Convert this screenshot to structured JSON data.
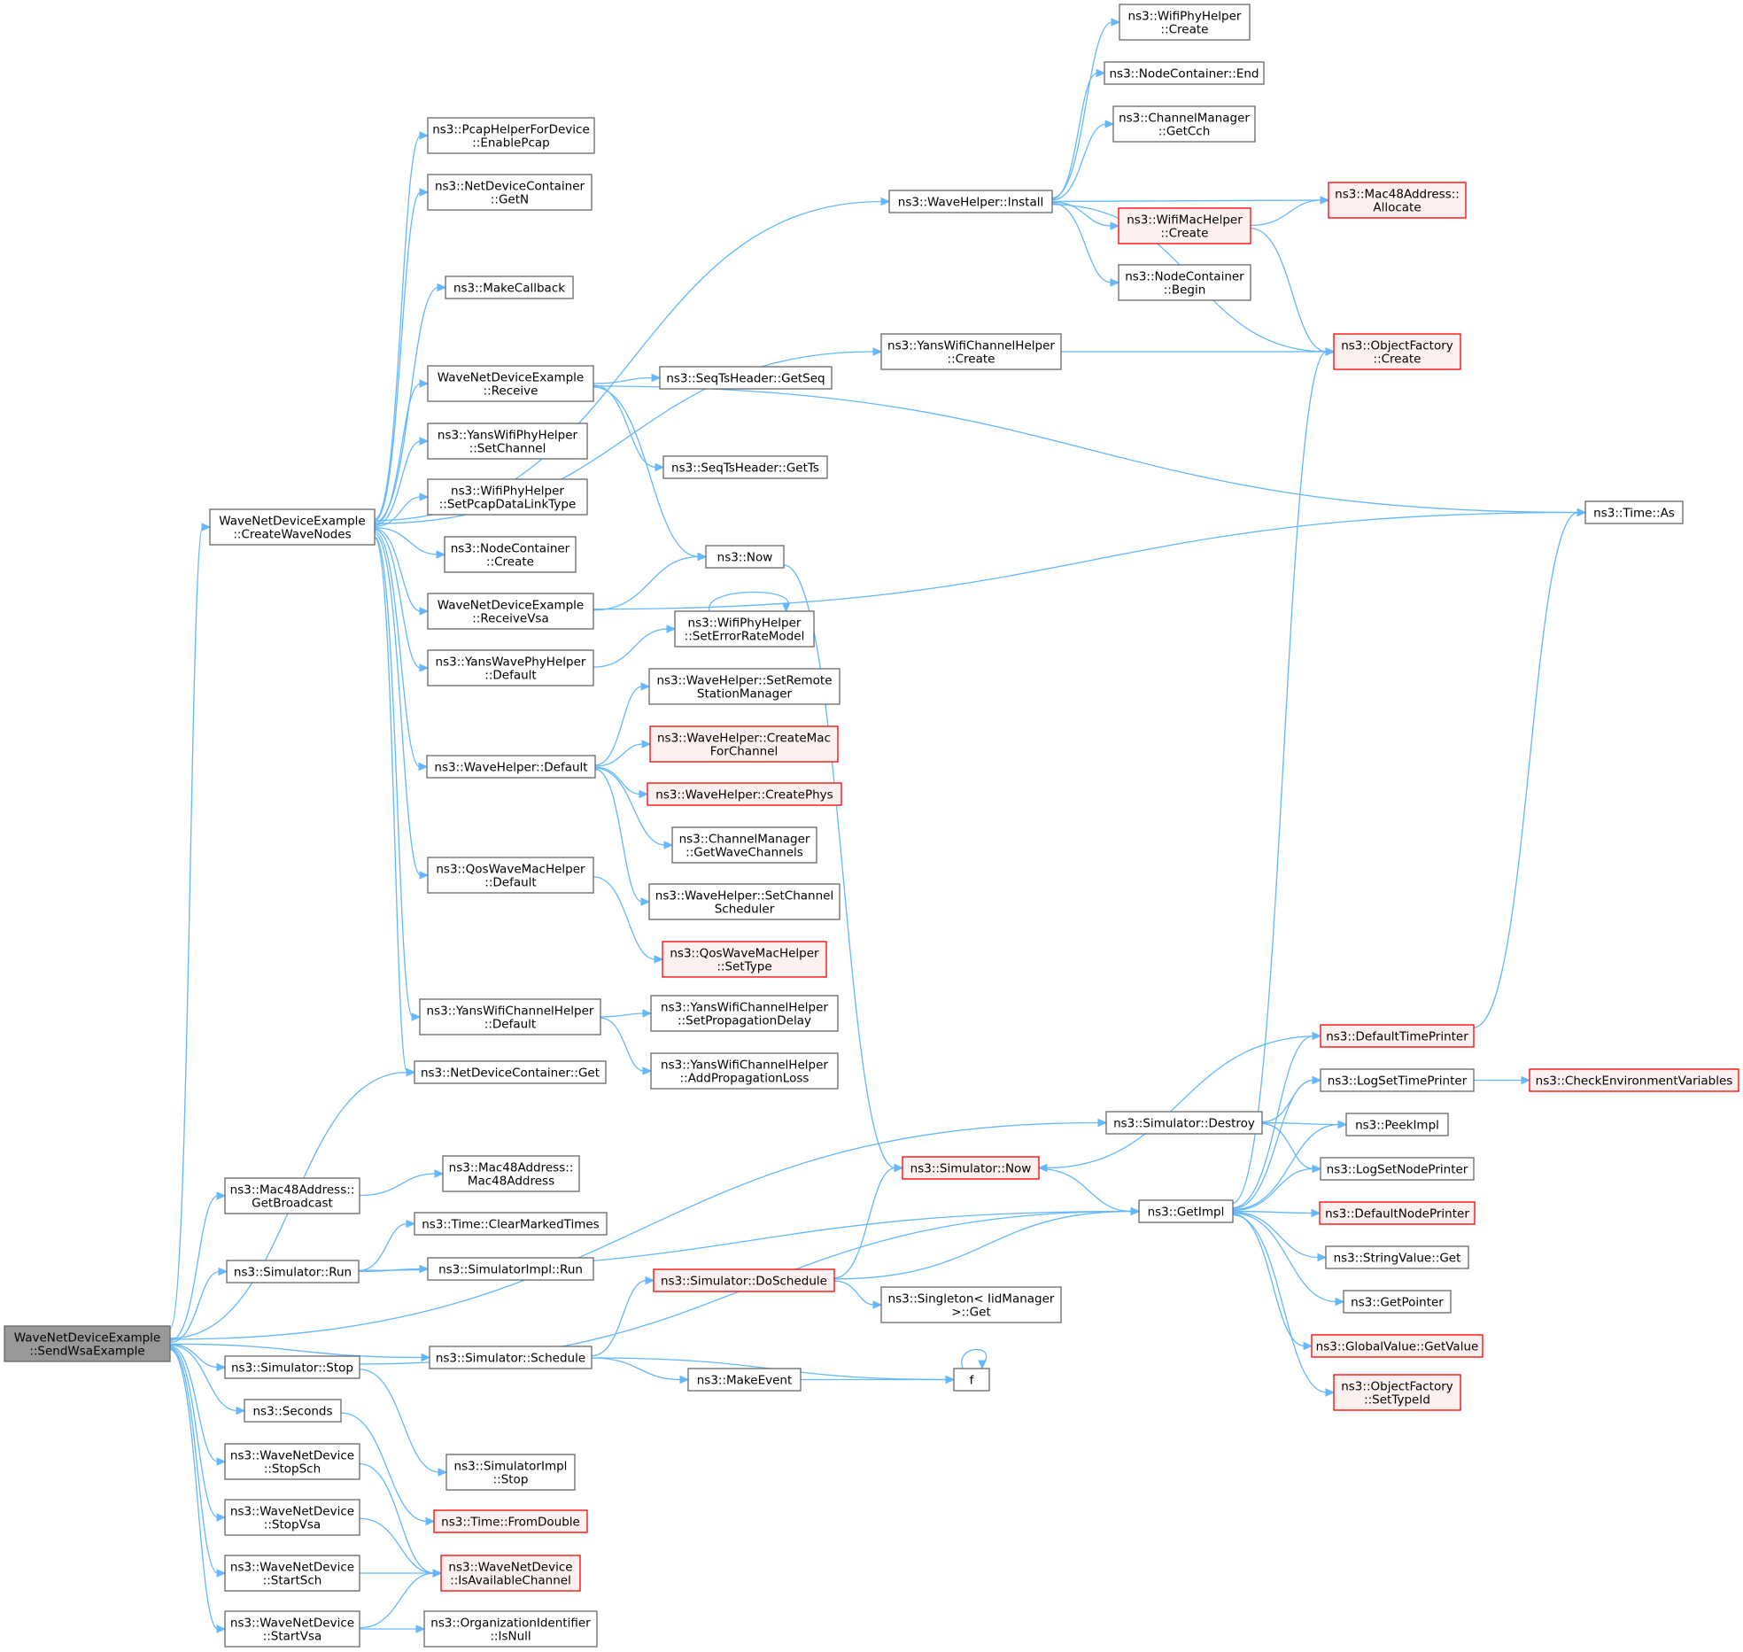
{
  "colors": {
    "edge": "#63b8ff",
    "node_border": "#666666",
    "node_fill": "#ffffff",
    "linked_border": "#ff0000",
    "linked_fill": "#fff0f0",
    "root_fill": "#999999",
    "root_border": "#666666"
  },
  "nodes": [
    {
      "id": "root",
      "lines": [
        "WaveNetDeviceExample",
        "::SendWsaExample"
      ],
      "style": "root"
    },
    {
      "id": "createWaveNodes",
      "lines": [
        "WaveNetDeviceExample",
        "::CreateWaveNodes"
      ],
      "style": "normal"
    },
    {
      "id": "enablePcap",
      "lines": [
        "ns3::PcapHelperForDevice",
        "::EnablePcap"
      ],
      "style": "normal"
    },
    {
      "id": "ndcGetN",
      "lines": [
        "ns3::NetDeviceContainer",
        "::GetN"
      ],
      "style": "normal"
    },
    {
      "id": "makeCallback",
      "lines": [
        "ns3::MakeCallback"
      ],
      "style": "normal"
    },
    {
      "id": "receive",
      "lines": [
        "WaveNetDeviceExample",
        "::Receive"
      ],
      "style": "normal"
    },
    {
      "id": "yansPhySetChannel",
      "lines": [
        "ns3::YansWifiPhyHelper",
        "::SetChannel"
      ],
      "style": "normal"
    },
    {
      "id": "setPcapDLT",
      "lines": [
        "ns3::WifiPhyHelper",
        "::SetPcapDataLinkType"
      ],
      "style": "normal"
    },
    {
      "id": "nodeContainerCreate",
      "lines": [
        "ns3::NodeContainer",
        "::Create"
      ],
      "style": "normal"
    },
    {
      "id": "receiveVsa",
      "lines": [
        "WaveNetDeviceExample",
        "::ReceiveVsa"
      ],
      "style": "normal"
    },
    {
      "id": "yansWavePhyDefault",
      "lines": [
        "ns3::YansWavePhyHelper",
        "::Default"
      ],
      "style": "normal"
    },
    {
      "id": "waveHelperDefault",
      "lines": [
        "ns3::WaveHelper::Default"
      ],
      "style": "normal"
    },
    {
      "id": "qosWaveMacDefault",
      "lines": [
        "ns3::QosWaveMacHelper",
        "::Default"
      ],
      "style": "normal"
    },
    {
      "id": "yansChanDefault",
      "lines": [
        "ns3::YansWifiChannelHelper",
        "::Default"
      ],
      "style": "normal"
    },
    {
      "id": "ndcGet",
      "lines": [
        "ns3::NetDeviceContainer::Get"
      ],
      "style": "normal"
    },
    {
      "id": "macGetBroadcast",
      "lines": [
        "ns3::Mac48Address::",
        "GetBroadcast"
      ],
      "style": "normal"
    },
    {
      "id": "simRun",
      "lines": [
        "ns3::Simulator::Run"
      ],
      "style": "normal"
    },
    {
      "id": "simStop",
      "lines": [
        "ns3::Simulator::Stop"
      ],
      "style": "normal"
    },
    {
      "id": "seconds",
      "lines": [
        "ns3::Seconds"
      ],
      "style": "normal"
    },
    {
      "id": "stopSch",
      "lines": [
        "ns3::WaveNetDevice",
        "::StopSch"
      ],
      "style": "normal"
    },
    {
      "id": "stopVsa",
      "lines": [
        "ns3::WaveNetDevice",
        "::StopVsa"
      ],
      "style": "normal"
    },
    {
      "id": "startSch",
      "lines": [
        "ns3::WaveNetDevice",
        "::StartSch"
      ],
      "style": "normal"
    },
    {
      "id": "startVsa",
      "lines": [
        "ns3::WaveNetDevice",
        "::StartVsa"
      ],
      "style": "normal"
    },
    {
      "id": "mac48ctor",
      "lines": [
        "ns3::Mac48Address::",
        "Mac48Address"
      ],
      "style": "normal"
    },
    {
      "id": "clearMarkedTimes",
      "lines": [
        "ns3::Time::ClearMarkedTimes"
      ],
      "style": "normal"
    },
    {
      "id": "simImplRun",
      "lines": [
        "ns3::SimulatorImpl::Run"
      ],
      "style": "normal"
    },
    {
      "id": "simSchedule",
      "lines": [
        "ns3::Simulator::Schedule"
      ],
      "style": "normal"
    },
    {
      "id": "simImplStop",
      "lines": [
        "ns3::SimulatorImpl",
        "::Stop"
      ],
      "style": "normal"
    },
    {
      "id": "timeFromDouble",
      "lines": [
        "ns3::Time::FromDouble"
      ],
      "style": "linked"
    },
    {
      "id": "isAvailableChannel",
      "lines": [
        "ns3::WaveNetDevice",
        "::IsAvailableChannel"
      ],
      "style": "linked"
    },
    {
      "id": "orgIdIsNull",
      "lines": [
        "ns3::OrganizationIdentifier",
        "::IsNull"
      ],
      "style": "normal"
    },
    {
      "id": "waveHelperInstall",
      "lines": [
        "ns3::WaveHelper::Install"
      ],
      "style": "normal"
    },
    {
      "id": "yansChanCreate",
      "lines": [
        "ns3::YansWifiChannelHelper",
        "::Create"
      ],
      "style": "normal"
    },
    {
      "id": "seqGetSeq",
      "lines": [
        "ns3::SeqTsHeader::GetSeq"
      ],
      "style": "normal"
    },
    {
      "id": "seqGetTs",
      "lines": [
        "ns3::SeqTsHeader::GetTs"
      ],
      "style": "normal"
    },
    {
      "id": "now",
      "lines": [
        "ns3::Now"
      ],
      "style": "normal"
    },
    {
      "id": "setErrorRateModel",
      "lines": [
        "ns3::WifiPhyHelper",
        "::SetErrorRateModel"
      ],
      "style": "normal"
    },
    {
      "id": "setRemoteStation",
      "lines": [
        "ns3::WaveHelper::SetRemote",
        "StationManager"
      ],
      "style": "normal"
    },
    {
      "id": "createMacForChannel",
      "lines": [
        "ns3::WaveHelper::CreateMac",
        "ForChannel"
      ],
      "style": "linked"
    },
    {
      "id": "createPhys",
      "lines": [
        "ns3::WaveHelper::CreatePhys"
      ],
      "style": "linked"
    },
    {
      "id": "getWaveChannels",
      "lines": [
        "ns3::ChannelManager",
        "::GetWaveChannels"
      ],
      "style": "normal"
    },
    {
      "id": "setChannelScheduler",
      "lines": [
        "ns3::WaveHelper::SetChannel",
        "Scheduler"
      ],
      "style": "normal"
    },
    {
      "id": "qosSetType",
      "lines": [
        "ns3::QosWaveMacHelper",
        "::SetType"
      ],
      "style": "linked"
    },
    {
      "id": "setPropagationDelay",
      "lines": [
        "ns3::YansWifiChannelHelper",
        "::SetPropagationDelay"
      ],
      "style": "normal"
    },
    {
      "id": "addPropagationLoss",
      "lines": [
        "ns3::YansWifiChannelHelper",
        "::AddPropagationLoss"
      ],
      "style": "normal"
    },
    {
      "id": "simDestroy",
      "lines": [
        "ns3::Simulator::Destroy"
      ],
      "style": "normal"
    },
    {
      "id": "simNow",
      "lines": [
        "ns3::Simulator::Now"
      ],
      "style": "linked"
    },
    {
      "id": "doSchedule",
      "lines": [
        "ns3::Simulator::DoSchedule"
      ],
      "style": "linked"
    },
    {
      "id": "singletonGet",
      "lines": [
        "ns3::Singleton< IidManager",
        ">::Get"
      ],
      "style": "normal"
    },
    {
      "id": "makeEvent",
      "lines": [
        "ns3::MakeEvent"
      ],
      "style": "normal"
    },
    {
      "id": "f",
      "lines": [
        "f"
      ],
      "style": "normal"
    },
    {
      "id": "wifiPhyCreate",
      "lines": [
        "ns3::WifiPhyHelper",
        "::Create"
      ],
      "style": "normal"
    },
    {
      "id": "ncEnd",
      "lines": [
        "ns3::NodeContainer::End"
      ],
      "style": "normal"
    },
    {
      "id": "getCch",
      "lines": [
        "ns3::ChannelManager",
        "::GetCch"
      ],
      "style": "normal"
    },
    {
      "id": "wifiMacCreate",
      "lines": [
        "ns3::WifiMacHelper",
        "::Create"
      ],
      "style": "linked"
    },
    {
      "id": "ncBegin",
      "lines": [
        "ns3::NodeContainer",
        "::Begin"
      ],
      "style": "normal"
    },
    {
      "id": "macAllocate",
      "lines": [
        "ns3::Mac48Address::",
        "Allocate"
      ],
      "style": "linked"
    },
    {
      "id": "objFactoryCreate",
      "lines": [
        "ns3::ObjectFactory",
        "::Create"
      ],
      "style": "linked"
    },
    {
      "id": "timeAs",
      "lines": [
        "ns3::Time::As"
      ],
      "style": "normal"
    },
    {
      "id": "getImpl",
      "lines": [
        "ns3::GetImpl"
      ],
      "style": "normal"
    },
    {
      "id": "defaultTimePrinter",
      "lines": [
        "ns3::DefaultTimePrinter"
      ],
      "style": "linked"
    },
    {
      "id": "logSetTimePrinter",
      "lines": [
        "ns3::LogSetTimePrinter"
      ],
      "style": "normal"
    },
    {
      "id": "checkEnvVars",
      "lines": [
        "ns3::CheckEnvironmentVariables"
      ],
      "style": "linked"
    },
    {
      "id": "peekImpl",
      "lines": [
        "ns3::PeekImpl"
      ],
      "style": "normal"
    },
    {
      "id": "logSetNodePrinter",
      "lines": [
        "ns3::LogSetNodePrinter"
      ],
      "style": "normal"
    },
    {
      "id": "defaultNodePrinter",
      "lines": [
        "ns3::DefaultNodePrinter"
      ],
      "style": "linked"
    },
    {
      "id": "stringValueGet",
      "lines": [
        "ns3::StringValue::Get"
      ],
      "style": "normal"
    },
    {
      "id": "getPointer",
      "lines": [
        "ns3::GetPointer"
      ],
      "style": "normal"
    },
    {
      "id": "globalGetValue",
      "lines": [
        "ns3::GlobalValue::GetValue"
      ],
      "style": "linked"
    },
    {
      "id": "objFactorySetTypeId",
      "lines": [
        "ns3::ObjectFactory",
        "::SetTypeId"
      ],
      "style": "linked"
    }
  ],
  "edges": [
    [
      "root",
      "createWaveNodes"
    ],
    [
      "root",
      "ndcGet"
    ],
    [
      "root",
      "simDestroy"
    ],
    [
      "root",
      "macGetBroadcast"
    ],
    [
      "root",
      "simRun"
    ],
    [
      "root",
      "simSchedule"
    ],
    [
      "root",
      "simStop"
    ],
    [
      "root",
      "seconds"
    ],
    [
      "root",
      "stopSch"
    ],
    [
      "root",
      "stopVsa"
    ],
    [
      "root",
      "startSch"
    ],
    [
      "root",
      "startVsa"
    ],
    [
      "createWaveNodes",
      "enablePcap"
    ],
    [
      "createWaveNodes",
      "ndcGetN"
    ],
    [
      "createWaveNodes",
      "waveHelperInstall"
    ],
    [
      "createWaveNodes",
      "makeCallback"
    ],
    [
      "createWaveNodes",
      "yansChanCreate"
    ],
    [
      "createWaveNodes",
      "receive"
    ],
    [
      "createWaveNodes",
      "yansPhySetChannel"
    ],
    [
      "createWaveNodes",
      "setPcapDLT"
    ],
    [
      "createWaveNodes",
      "nodeContainerCreate"
    ],
    [
      "createWaveNodes",
      "receiveVsa"
    ],
    [
      "createWaveNodes",
      "yansWavePhyDefault"
    ],
    [
      "createWaveNodes",
      "waveHelperDefault"
    ],
    [
      "createWaveNodes",
      "qosWaveMacDefault"
    ],
    [
      "createWaveNodes",
      "yansChanDefault"
    ],
    [
      "createWaveNodes",
      "ndcGet"
    ],
    [
      "receive",
      "seqGetSeq"
    ],
    [
      "receive",
      "seqGetTs"
    ],
    [
      "receive",
      "now"
    ],
    [
      "receive",
      "timeAs"
    ],
    [
      "receiveVsa",
      "now"
    ],
    [
      "receiveVsa",
      "timeAs"
    ],
    [
      "yansWavePhyDefault",
      "setErrorRateModel"
    ],
    [
      "setErrorRateModel",
      "setErrorRateModel"
    ],
    [
      "waveHelperDefault",
      "setRemoteStation"
    ],
    [
      "waveHelperDefault",
      "createMacForChannel"
    ],
    [
      "waveHelperDefault",
      "createPhys"
    ],
    [
      "waveHelperDefault",
      "getWaveChannels"
    ],
    [
      "waveHelperDefault",
      "setChannelScheduler"
    ],
    [
      "qosWaveMacDefault",
      "qosSetType"
    ],
    [
      "yansChanDefault",
      "setPropagationDelay"
    ],
    [
      "yansChanDefault",
      "addPropagationLoss"
    ],
    [
      "waveHelperInstall",
      "wifiPhyCreate"
    ],
    [
      "waveHelperInstall",
      "ncEnd"
    ],
    [
      "waveHelperInstall",
      "getCch"
    ],
    [
      "waveHelperInstall",
      "macAllocate"
    ],
    [
      "waveHelperInstall",
      "wifiMacCreate"
    ],
    [
      "waveHelperInstall",
      "ncBegin"
    ],
    [
      "waveHelperInstall",
      "objFactoryCreate"
    ],
    [
      "wifiMacCreate",
      "macAllocate"
    ],
    [
      "wifiMacCreate",
      "objFactoryCreate"
    ],
    [
      "yansChanCreate",
      "objFactoryCreate"
    ],
    [
      "now",
      "simNow"
    ],
    [
      "macGetBroadcast",
      "mac48ctor"
    ],
    [
      "simRun",
      "clearMarkedTimes"
    ],
    [
      "simRun",
      "simImplRun"
    ],
    [
      "simRun",
      "getImpl"
    ],
    [
      "simSchedule",
      "doSchedule"
    ],
    [
      "simSchedule",
      "makeEvent"
    ],
    [
      "simSchedule",
      "f"
    ],
    [
      "makeEvent",
      "f"
    ],
    [
      "f",
      "f"
    ],
    [
      "simStop",
      "simImplStop"
    ],
    [
      "simStop",
      "getImpl"
    ],
    [
      "seconds",
      "timeFromDouble"
    ],
    [
      "stopSch",
      "isAvailableChannel"
    ],
    [
      "stopVsa",
      "isAvailableChannel"
    ],
    [
      "startSch",
      "isAvailableChannel"
    ],
    [
      "startVsa",
      "isAvailableChannel"
    ],
    [
      "startVsa",
      "orgIdIsNull"
    ],
    [
      "doSchedule",
      "simNow"
    ],
    [
      "doSchedule",
      "getImpl"
    ],
    [
      "doSchedule",
      "singletonGet"
    ],
    [
      "simNow",
      "getImpl"
    ],
    [
      "simDestroy",
      "logSetTimePrinter"
    ],
    [
      "simDestroy",
      "peekImpl"
    ],
    [
      "simDestroy",
      "logSetNodePrinter"
    ],
    [
      "getImpl",
      "objFactoryCreate"
    ],
    [
      "getImpl",
      "defaultTimePrinter"
    ],
    [
      "getImpl",
      "logSetTimePrinter"
    ],
    [
      "getImpl",
      "peekImpl"
    ],
    [
      "getImpl",
      "logSetNodePrinter"
    ],
    [
      "getImpl",
      "defaultNodePrinter"
    ],
    [
      "getImpl",
      "stringValueGet"
    ],
    [
      "getImpl",
      "getPointer"
    ],
    [
      "getImpl",
      "globalGetValue"
    ],
    [
      "getImpl",
      "objFactorySetTypeId"
    ],
    [
      "defaultTimePrinter",
      "timeAs"
    ],
    [
      "defaultTimePrinter",
      "simNow"
    ],
    [
      "logSetTimePrinter",
      "checkEnvVars"
    ]
  ]
}
